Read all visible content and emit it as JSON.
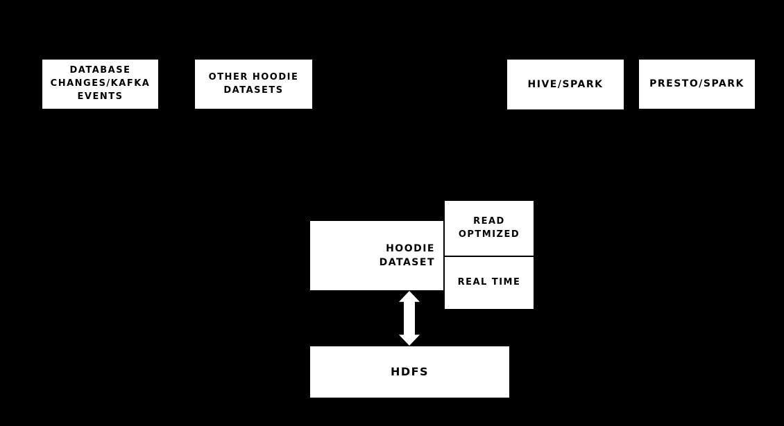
{
  "diagram": {
    "title": "Hoodie dataset architecture diagram",
    "colors": {
      "background": "#000000",
      "node_fill": "#ffffff",
      "node_text": "#000000",
      "arrow_fill": "#ffffff"
    },
    "nodes": {
      "db_changes": {
        "label": "DATABASE\nCHANGES/KAFKA\nEVENTS"
      },
      "other_hoodie": {
        "label": "OTHER HOODIE\nDATASETS"
      },
      "hive_spark": {
        "label": "HIVE/SPARK"
      },
      "presto_spark": {
        "label": "PRESTO/SPARK"
      },
      "hoodie_dataset": {
        "label": "HOODIE\nDATASET"
      },
      "read_optimized": {
        "label": "READ\nOPTMIZED"
      },
      "real_time": {
        "label": "REAL TIME"
      },
      "hdfs": {
        "label": "HDFS"
      }
    },
    "connectors": {
      "hoodie_hdfs_arrow": {
        "type": "block-arrow",
        "direction": "vertical-bidirectional",
        "fill": "#ffffff"
      }
    }
  }
}
